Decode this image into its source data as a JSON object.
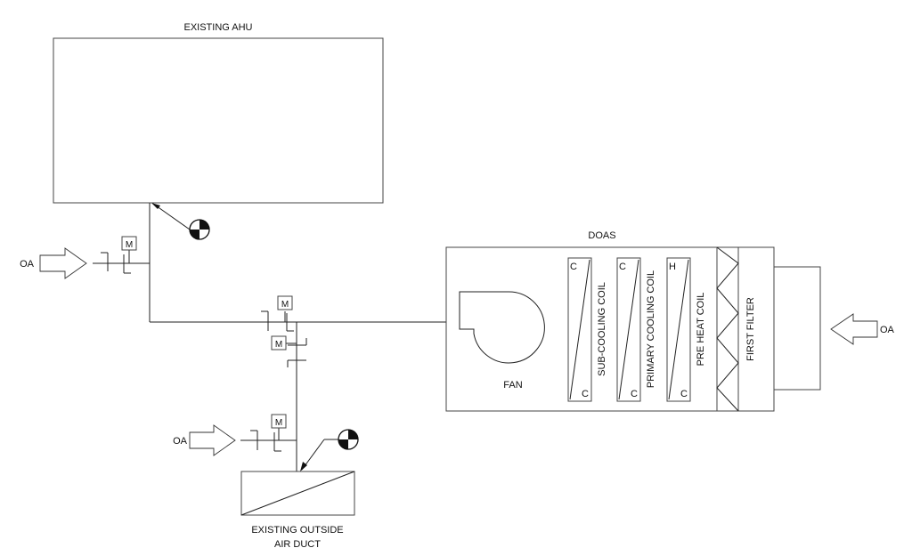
{
  "labels": {
    "existing_ahu": "EXISTING AHU",
    "doas": "DOAS",
    "fan": "FAN",
    "sub_cooling_coil": "SUB-COOLING COIL",
    "primary_cooling_coil": "PRIMARY COOLING COIL",
    "pre_heat_coil": "PRE HEAT COIL",
    "first_filter": "FIRST FILTER",
    "oa_left_top": "OA",
    "oa_left_bottom": "OA",
    "oa_right": "OA",
    "duct_line1": "EXISTING OUTSIDE",
    "duct_line2": "AIR DUCT",
    "coil_c": "C",
    "coil_h": "H",
    "motor": "M"
  }
}
